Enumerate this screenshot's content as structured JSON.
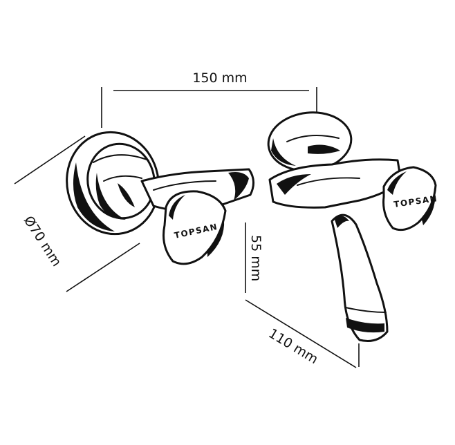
{
  "dimensions": {
    "width_label": "150 mm",
    "diameter_label": "Ø70 mm",
    "height_label": "55 mm",
    "depth_label": "110 mm"
  },
  "product": {
    "brand_left": "TOPSAN",
    "brand_right": "TOPSAN"
  },
  "colors": {
    "line": "#111111",
    "background": "#ffffff"
  }
}
